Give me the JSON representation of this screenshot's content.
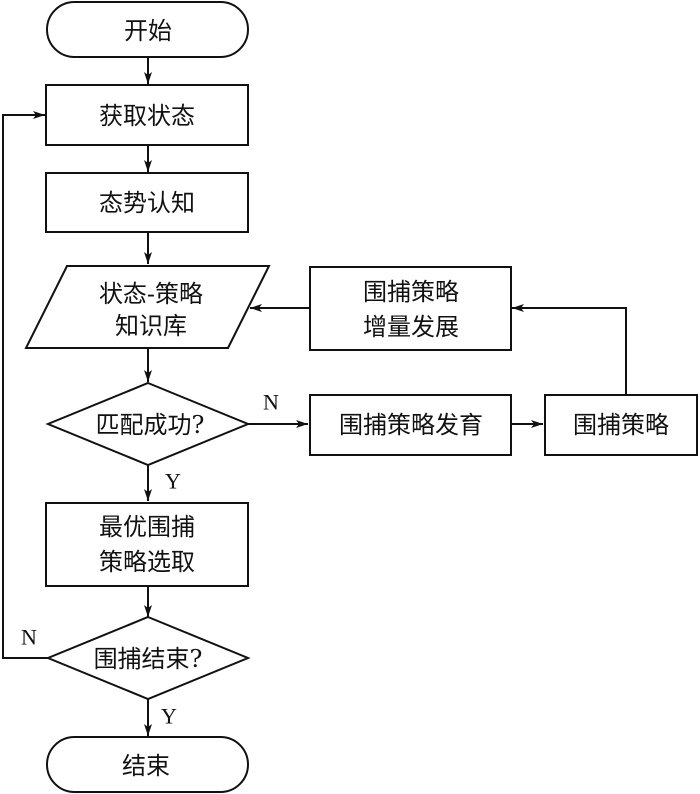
{
  "diagram": {
    "type": "flowchart",
    "nodes": {
      "start": {
        "kind": "terminal",
        "lines": [
          "开始"
        ]
      },
      "get_state": {
        "kind": "process",
        "lines": [
          "获取状态"
        ]
      },
      "situation_awareness": {
        "kind": "process",
        "lines": [
          "态势认知"
        ]
      },
      "knowledge_base": {
        "kind": "data",
        "lines": [
          "状态-策略",
          "知识库"
        ]
      },
      "match_success": {
        "kind": "decision",
        "lines": [
          "匹配成功?"
        ]
      },
      "best_strategy": {
        "kind": "process",
        "lines": [
          "最优围捕",
          "策略选取"
        ]
      },
      "pursuit_end": {
        "kind": "decision",
        "lines": [
          "围捕结束?"
        ]
      },
      "end": {
        "kind": "terminal",
        "lines": [
          "结束"
        ]
      },
      "strategy_develop": {
        "kind": "process",
        "lines": [
          "围捕策略发育"
        ]
      },
      "strategy": {
        "kind": "process",
        "lines": [
          "围捕策略"
        ]
      },
      "strategy_increment": {
        "kind": "process",
        "lines": [
          "围捕策略",
          "增量发展"
        ]
      }
    },
    "edges": [
      {
        "from": "start",
        "to": "get_state",
        "label": ""
      },
      {
        "from": "get_state",
        "to": "situation_awareness",
        "label": ""
      },
      {
        "from": "situation_awareness",
        "to": "knowledge_base",
        "label": ""
      },
      {
        "from": "knowledge_base",
        "to": "match_success",
        "label": ""
      },
      {
        "from": "match_success",
        "to": "best_strategy",
        "label": "Y"
      },
      {
        "from": "match_success",
        "to": "strategy_develop",
        "label": "N"
      },
      {
        "from": "strategy_develop",
        "to": "strategy",
        "label": ""
      },
      {
        "from": "strategy",
        "to": "strategy_increment",
        "label": ""
      },
      {
        "from": "strategy_increment",
        "to": "knowledge_base",
        "label": ""
      },
      {
        "from": "best_strategy",
        "to": "pursuit_end",
        "label": ""
      },
      {
        "from": "pursuit_end",
        "to": "end",
        "label": "Y"
      },
      {
        "from": "pursuit_end",
        "to": "get_state",
        "label": "N"
      }
    ]
  }
}
